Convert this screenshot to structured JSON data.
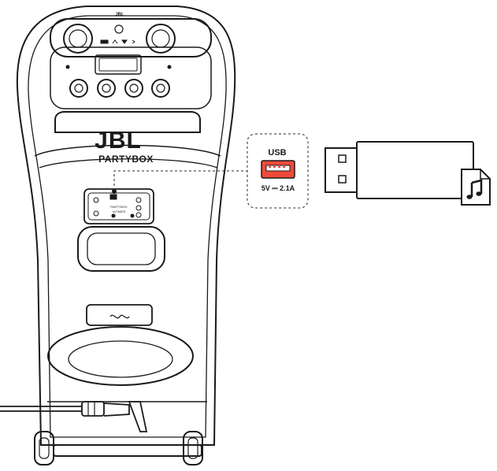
{
  "speaker": {
    "top_brand": "JBL",
    "logo": "JBL",
    "model": "PARTYBOX",
    "panel_model": "PARTYBOX",
    "panel_sub": "ULTIMATE"
  },
  "usb_callout": {
    "label": "USB",
    "rating": "5V ⎓ 2.1A"
  },
  "usb_drive": {
    "icon": "music-note-icon"
  },
  "colors": {
    "line": "#1a1a1a",
    "usb_port": "#ef4a3a",
    "callout_border": "#555555"
  }
}
